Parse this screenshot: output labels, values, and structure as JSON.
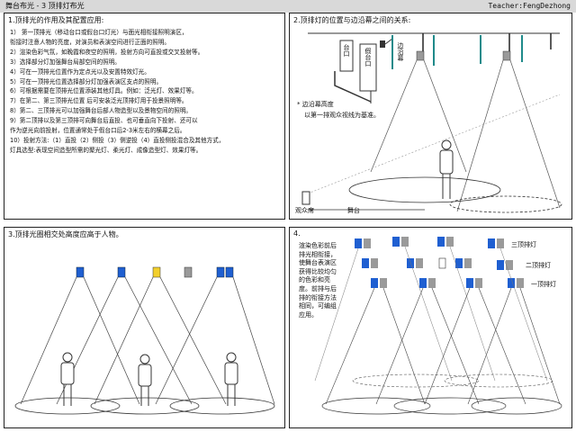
{
  "header": {
    "title": "舞台布光 - 3 顶排灯布光",
    "teacher": "Teacher:FengDezhong"
  },
  "panel1": {
    "title": "1.顶排光的作用及其配置应用:",
    "items": [
      "1） 第一顶排光（移动台口或假台口灯光）与面光相衔接照明演区，",
      "     衔接时注意人物的亮度，对演员和表演空间进行正面的照明。",
      "2）渲染色彩气氛，如晚霞和夜空的照明，投射方向可直投或交叉投射等。",
      "3）选择部分灯加强舞台局部空间的照明。",
      "4）可在一顶排光位置作为定点光以及安置特效灯光。",
      "5）可在一顶排光位置选择部分灯加强表演区支点的照明。",
      "6）可根据需要在顶排光位置添装其他灯具。例如：泛光灯、效果灯等。",
      "7）在第二、第三顶排光位置  后可安装泛光顶排灯用于投景照明等。",
      "8）第二、三顶排光可以加强舞台后部人物造型以及景物空间的照明。",
      "9）第二顶排以及第三顶排可向舞台后直投、也可垂直向下投射、还可以",
      "     作为逆光向前投射，位置通常处于假台口后2-3米左右的横幕之后。",
      "10）投射方法:（1）直投（2）侧投（3）侧逆投（4）直投侧投混合及其他方式，",
      "     灯具选型:表现空间造型所需的聚光灯、柔光灯、成像造型灯、效果灯等。"
    ]
  },
  "panel2": {
    "title": "2.顶排灯的位置与边沿幕之间的关系:",
    "label_taikou": "台口",
    "label_jiataikou": "假台口",
    "label_edge_curtain": "边沿幕",
    "note_1": "* 边沿幕高度",
    "note_2": "以第一排观众视线为基准。",
    "label_audience": "观众席",
    "label_stage": "舞台"
  },
  "panel3": {
    "title": "3.顶排光圈相交处高度应高于人物。"
  },
  "panel4": {
    "title": "4.",
    "paragraph": "渲染色彩前后排光相衔接，使舞台表演区获得比较均匀的色彩和亮度。前排与后排的衔接方法相同，可编组应用。",
    "legend": [
      "三顶排灯",
      "二顶排灯",
      "一顶排灯"
    ]
  },
  "colors": {
    "lamp_blue": "#1f5fd1",
    "lamp_gray": "#9a9a9a",
    "lamp_yellow": "#f2cf2d",
    "curtain_teal": "#1f8a8a",
    "header_bg": "#d9d9d9"
  }
}
